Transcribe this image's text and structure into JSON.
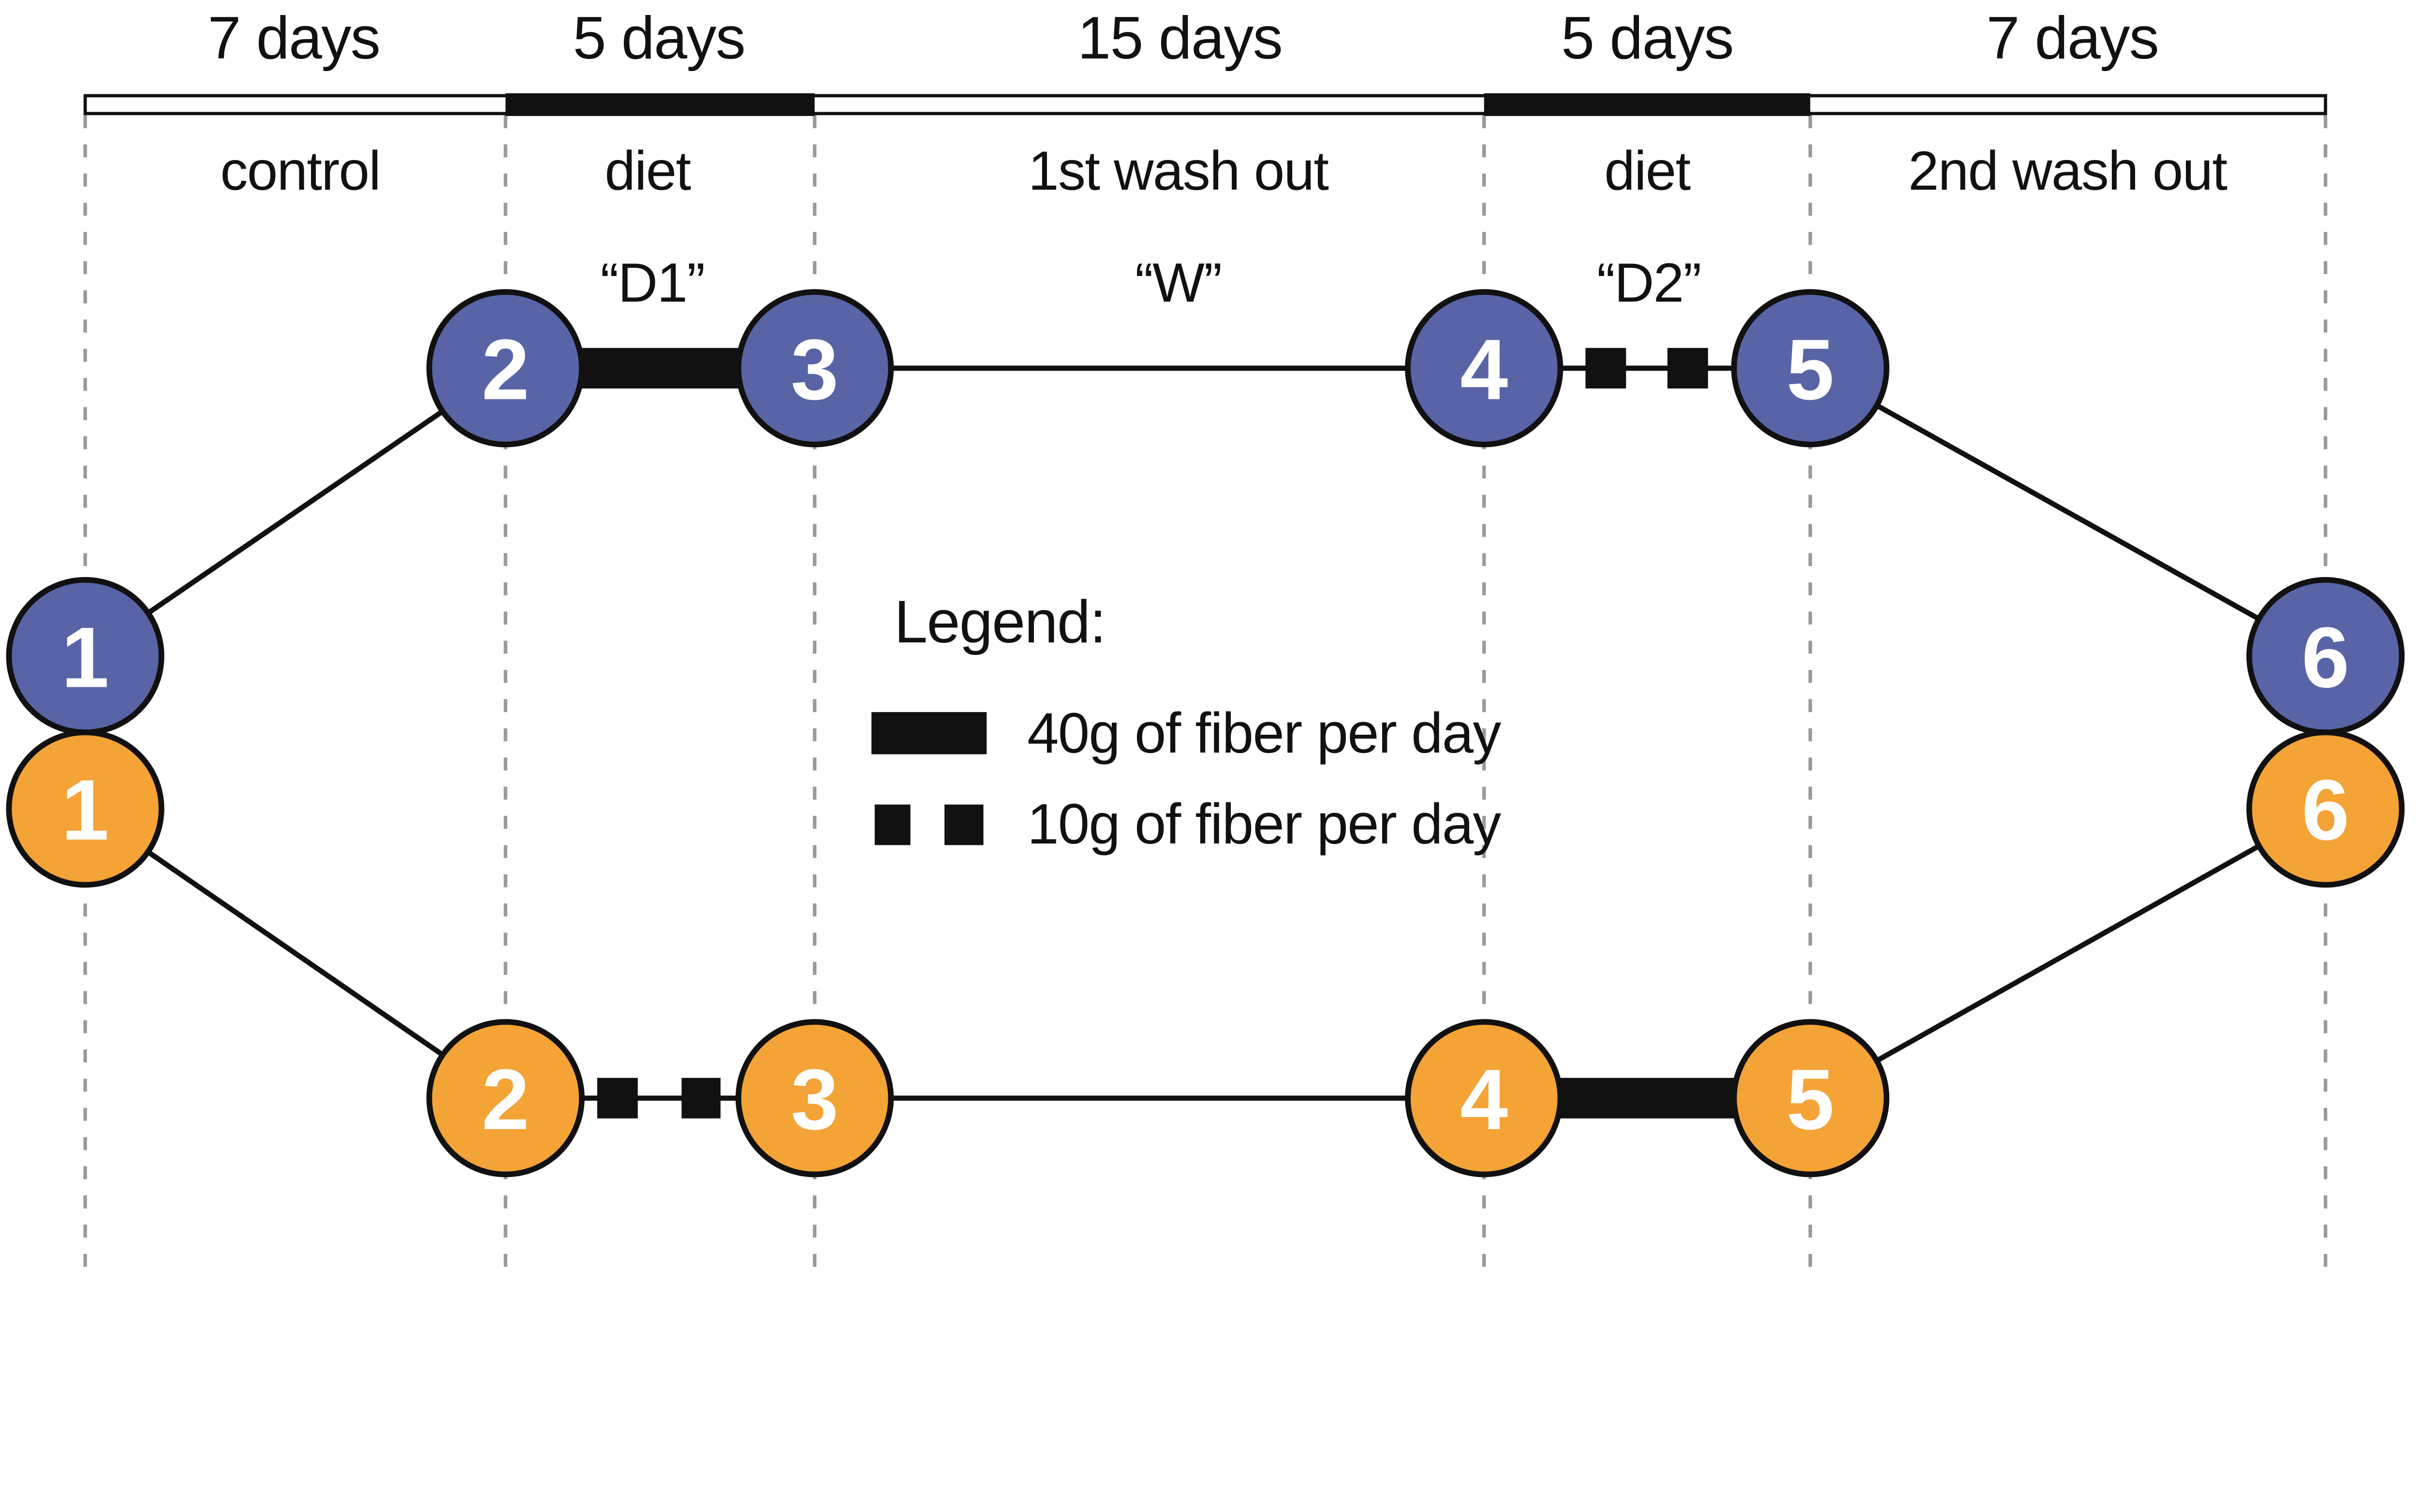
{
  "timeline": {
    "segments": [
      {
        "duration": "7 days",
        "phase": "control",
        "bar_style": "white"
      },
      {
        "duration": "5 days",
        "phase": "diet",
        "bar_style": "black",
        "code": "“D1”"
      },
      {
        "duration": "15 days",
        "phase": "1st wash out",
        "bar_style": "white",
        "code": "“W”"
      },
      {
        "duration": "5 days",
        "phase": "diet",
        "bar_style": "black",
        "code": "“D2”"
      },
      {
        "duration": "7 days",
        "phase": "2nd wash out",
        "bar_style": "white"
      }
    ]
  },
  "arms": {
    "blue": {
      "color": "#5864a6",
      "nodes": [
        "1",
        "2",
        "3",
        "4",
        "5",
        "6"
      ]
    },
    "orange": {
      "color": "#f4a336",
      "nodes": [
        "1",
        "2",
        "3",
        "4",
        "5",
        "6"
      ]
    }
  },
  "legend": {
    "title": "Legend:",
    "items": [
      {
        "marker": "solid-bar",
        "label": "40g of fiber per day"
      },
      {
        "marker": "two-squares",
        "label": "10g of fiber per day"
      }
    ]
  },
  "colors": {
    "blue_node": "#5864a6",
    "orange_node": "#f4a336",
    "ink": "#111111",
    "guide": "#9a9a9a"
  }
}
